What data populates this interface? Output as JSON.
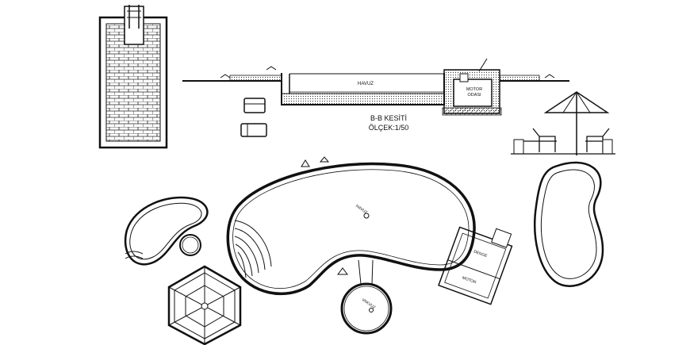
{
  "section": {
    "title": "B-B KESİTİ",
    "scale": "ÖLÇEK:1/50",
    "pool_label": "HAVUZ",
    "motor_label_1": "MOTOR",
    "motor_label_2": "ODASI"
  },
  "plan": {
    "pool_label": "HAVUZ",
    "circle_pool_label": "VAKVUZ",
    "pump_room_label": "MOTOR",
    "balance_tank_label": "DENGE"
  },
  "colors": {
    "line": "#111111",
    "background": "#ffffff"
  }
}
